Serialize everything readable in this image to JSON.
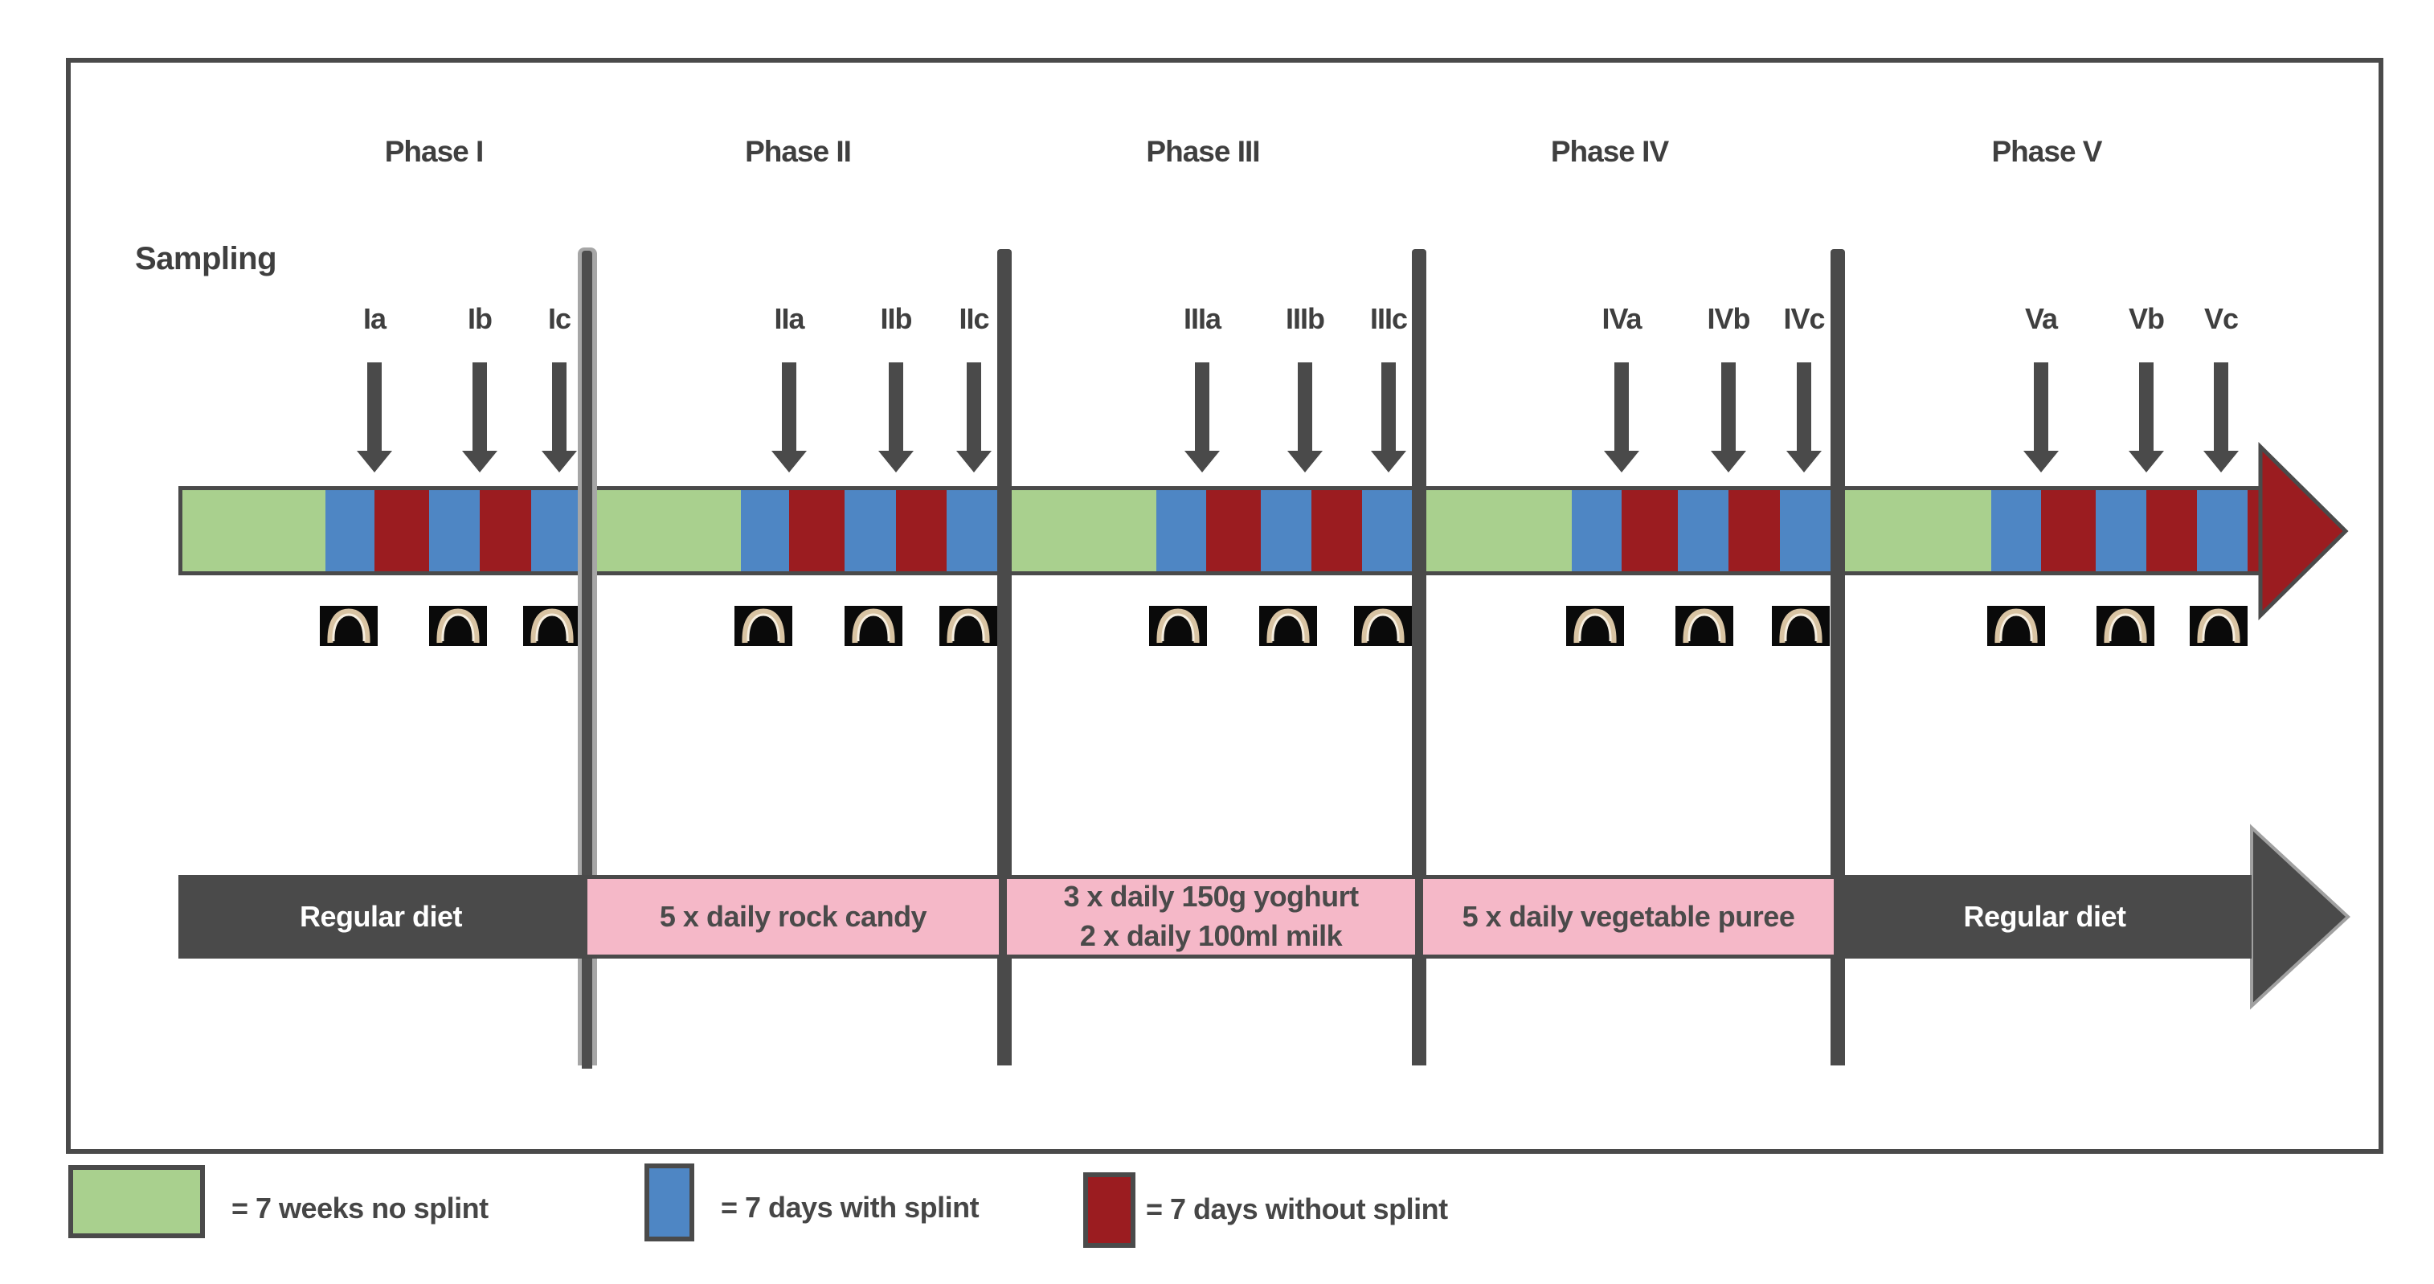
{
  "sampling_heading": "Sampling",
  "phases": [
    {
      "label": "Phase I",
      "samples": [
        "Ia",
        "Ib",
        "Ic"
      ],
      "diet": {
        "style": "dark",
        "lines": [
          "Regular diet"
        ]
      }
    },
    {
      "label": "Phase II",
      "samples": [
        "IIa",
        "IIb",
        "IIc"
      ],
      "diet": {
        "style": "pink",
        "lines": [
          "5 x daily rock candy"
        ]
      }
    },
    {
      "label": "Phase III",
      "samples": [
        "IIIa",
        "IIIb",
        "IIIc"
      ],
      "diet": {
        "style": "pink",
        "lines": [
          "3 x daily 150g yoghurt",
          "2 x daily 100ml milk"
        ]
      }
    },
    {
      "label": "Phase IV",
      "samples": [
        "IVa",
        "IVb",
        "IVc"
      ],
      "diet": {
        "style": "pink",
        "lines": [
          "5 x daily vegetable puree"
        ]
      }
    },
    {
      "label": "Phase V",
      "samples": [
        "Va",
        "Vb",
        "Vc"
      ],
      "diet": {
        "style": "dark",
        "lines": [
          "Regular diet"
        ]
      }
    }
  ],
  "timeline": {
    "segment_pattern_per_phase": [
      "7 weeks no splint",
      "7 days with splint",
      "7 days without splint",
      "7 days with splint",
      "7 days without splint",
      "7 days with splint"
    ],
    "sample_photo_icon": "dental-arch-photo"
  },
  "legend": [
    {
      "swatch": "green",
      "label": "= 7 weeks no splint"
    },
    {
      "swatch": "blue",
      "label": "= 7 days with splint"
    },
    {
      "swatch": "red",
      "label": "= 7 days without splint"
    }
  ],
  "colors": {
    "green": "#a9d08e",
    "blue": "#4e86c4",
    "red": "#9b1c20",
    "pink": "#f5b8c8",
    "dark": "#4a4a4a",
    "divider_light": "#a6a6a6",
    "arch_black": "#0a0a0a",
    "arch_outline": "#d9c4a3",
    "arch_inner": "#f7efe0",
    "white_text": "#ffffff",
    "label_text": "#3f3f3f"
  }
}
